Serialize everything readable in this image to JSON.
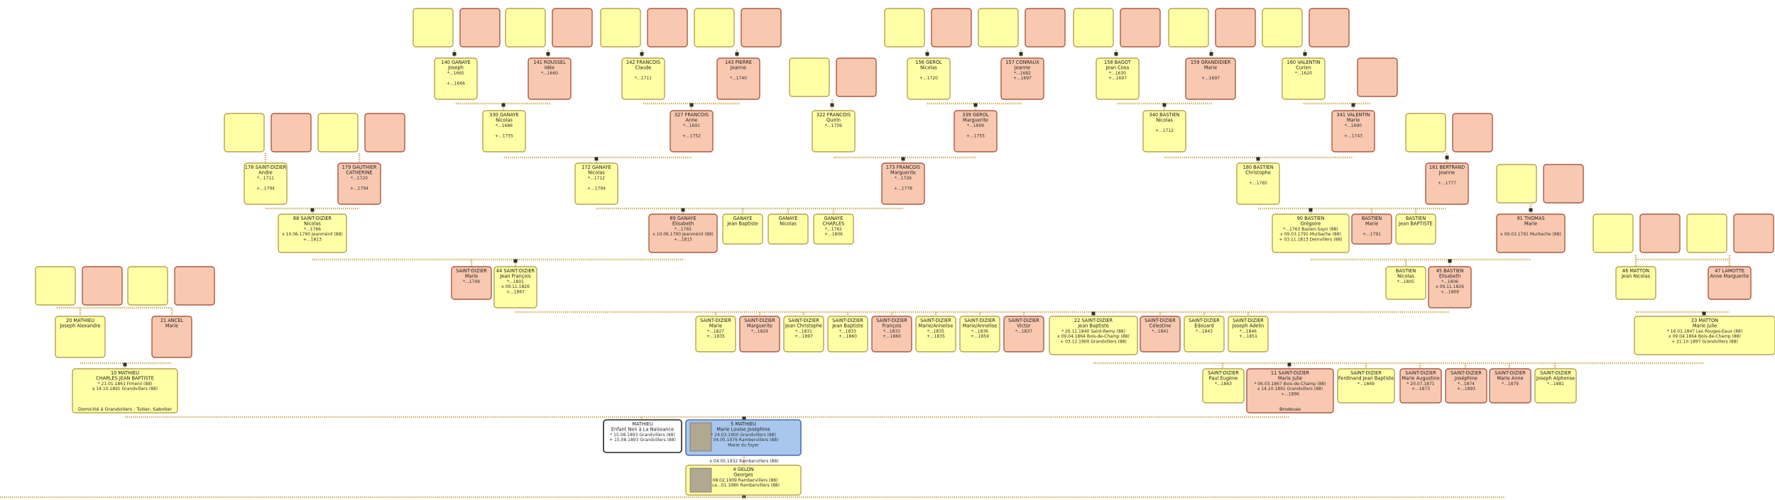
{
  "title": "",
  "colors": {
    "male": "#ffffa6",
    "female": "#f9c8b0",
    "root": "#a9c7ee",
    "spouse": "#ffffff",
    "line": "#c8a64a"
  },
  "tree": {
    "gen6": {
      "empty_pairs": [
        "left-1",
        "left-2",
        "left-3",
        "left-4",
        "right-1",
        "right-2",
        "right-3",
        "right-4",
        "right-5"
      ],
      "p140": {
        "name": "140 GANAYE",
        "first": "Joseph",
        "lines": [
          "*...1665",
          "",
          "+...1666"
        ]
      },
      "p141": {
        "name": "141 ROUSSEL",
        "first": "Idée",
        "lines": [
          "*...1660"
        ]
      },
      "p142": {
        "name": "142 FRANCOIS",
        "first": "Claude",
        "lines": [
          "",
          "*...1711"
        ]
      },
      "p143": {
        "name": "143 PIERRE",
        "first": "Jeanne",
        "lines": [
          "",
          "*...1740"
        ]
      },
      "p156": {
        "name": "156 GEROL",
        "first": "Nicolas",
        "lines": [
          "",
          "+...1720"
        ]
      },
      "p157": {
        "name": "157 CONRAUX",
        "first": "Jeanne",
        "lines": [
          "*...1682",
          "+...1697"
        ]
      },
      "p158": {
        "name": "158 BAGOT",
        "first": "Jean Cosa",
        "lines": [
          "*...1630",
          "+...1697"
        ]
      },
      "p159": {
        "name": "159 GRANDIDIER",
        "first": "Marie",
        "lines": [
          "",
          "+...1697"
        ]
      },
      "p160": {
        "name": "160 VALENTIN",
        "first": "Curien",
        "lines": [
          "*...1620"
        ]
      }
    },
    "gen5": {
      "p70": {
        "name": "330 GANAYE",
        "first": "Nicolas",
        "lines": [
          "*...1686",
          "",
          "+...1755"
        ]
      },
      "p71": {
        "name": "327 FRANCOIS",
        "first": "Anne",
        "lines": [
          "*...1691",
          "",
          "+...1752"
        ]
      },
      "p78": {
        "name": "322 FRANCOIS",
        "first": "Quirin",
        "lines": [
          "*...1709"
        ]
      },
      "p79": {
        "name": "339 GEROL",
        "first": "Marguerite",
        "lines": [
          "*...1699",
          "",
          "+...1755"
        ]
      },
      "p80": {
        "name": "340 BASTIEN",
        "first": "Nicolas",
        "lines": [
          "",
          "+...1712"
        ]
      },
      "p81": {
        "name": "341 VALENTIN",
        "first": "Marie",
        "lines": [
          "*...1690",
          "",
          "+...1743"
        ]
      }
    },
    "gen4": {
      "p34": {
        "name": "178 SAINT-DIZIER",
        "first": "Andre",
        "lines": [
          "*...1711",
          "",
          "+...1794"
        ]
      },
      "p35": {
        "name": "179 GAUTHIER",
        "first": "CATHERINE",
        "lines": [
          "*...1720",
          "",
          "+...1794"
        ]
      },
      "p36": {
        "name": "172 GANAYE",
        "first": "Nicolas",
        "lines": [
          "*...1712",
          "",
          "+...1794"
        ]
      },
      "p37": {
        "name": "173 FRANCOIS",
        "first": "Marguerite",
        "lines": [
          "*...1726",
          "",
          "+...1778"
        ]
      },
      "p40": {
        "name": "180 BASTIEN",
        "first": "Christophe",
        "lines": [
          "",
          "+...1765"
        ]
      },
      "p41": {
        "name": "181 BERTRAND",
        "first": "Jeanne",
        "lines": [
          "",
          "+...1777"
        ]
      }
    },
    "gen3": {
      "p17": {
        "name": "88 SAINT-DIZIER",
        "first": "Nicolas",
        "lines": [
          "*...1766",
          "x 10.06.1790 Jeanménil (88)",
          "+...1813"
        ]
      },
      "p18": {
        "name": "89 GANAYE",
        "first": "Elisabeth",
        "lines": [
          "*...1765",
          "x 10.06.1790 Jeanménil (88)",
          "+...1815"
        ]
      },
      "s18a": {
        "name": "GANAYE",
        "first": "Jean Baptiste",
        "lines": []
      },
      "s18b": {
        "name": "GANAYE",
        "first": "Nicolas",
        "lines": []
      },
      "s18c": {
        "name": "GANAYE",
        "first": "CHARLES",
        "lines": [
          "*...1762",
          "+...1806"
        ]
      },
      "p20": {
        "name": "90 BASTIEN",
        "first": "Grégoire",
        "lines": [
          "*...1763 Bazien-Sayn (88)",
          "x 09.03.1791 Murbache (88)",
          "+ 03.11.1813 Deinvillers (88)"
        ]
      },
      "s20a": {
        "name": "BASTIEN",
        "first": "Marie",
        "lines": [
          "",
          "+...1791"
        ]
      },
      "s20b": {
        "name": "BASTIEN",
        "first": "Jean BAPTISTE",
        "lines": []
      },
      "p21": {
        "name": "91 THOMAS",
        "first": "Marie",
        "lines": [
          "",
          "x 09.03.1791 Murbache (88)"
        ]
      }
    },
    "gen2": {
      "s8a": {
        "name": "SAINT-DIZIER",
        "first": "Marie",
        "lines": [
          "*...1799"
        ]
      },
      "p8": {
        "name": "44 SAINT-DIZIER",
        "first": "Jean François",
        "lines": [
          "*...1801",
          "x 09.11.1826",
          "+...1867"
        ]
      },
      "s10a": {
        "name": "BASTIEN",
        "first": "Nicolas",
        "lines": [
          "*...1805"
        ]
      },
      "p10": {
        "name": "45 BASTIEN",
        "first": "Elisabeth",
        "lines": [
          "*...1806",
          "x 09.11.1826",
          "+...1869"
        ]
      },
      "p11": {
        "name": "46 MATTON",
        "first": "Jean Nicolas",
        "lines": []
      },
      "p12": {
        "name": "47 LAMOTTE",
        "first": "Anne Marguerite",
        "lines": []
      }
    },
    "gen1": {
      "p4": {
        "name": "20 MATHIEU",
        "first": "Joseph Alexandre",
        "lines": []
      },
      "p5": {
        "name": "21 ANCEL",
        "first": "Marie",
        "lines": []
      },
      "children_of_44": [
        {
          "name": "SAINT-DIZIER",
          "first": "Marie",
          "lines": [
            "*...1827",
            "+...1835"
          ]
        },
        {
          "name": "SAINT-DIZIER",
          "first": "Marguerite",
          "lines": [
            "*...1829"
          ]
        },
        {
          "name": "SAINT-DIZIER",
          "first": "Jean Christophe",
          "lines": [
            "*...1831",
            "+...1897"
          ]
        },
        {
          "name": "SAINT-DIZIER",
          "first": "Jean Baptiste",
          "lines": [
            "*...1833",
            "+...1860"
          ]
        },
        {
          "name": "SAINT-DIZIER",
          "first": "François",
          "lines": [
            "*...1833",
            "+...1860"
          ]
        },
        {
          "name": "SAINT-DIZIER",
          "first": "Marie/Annelise",
          "lines": [
            "*...1835",
            "+...1835"
          ]
        },
        {
          "name": "SAINT-DIZIER",
          "first": "Marie/Annelise",
          "lines": [
            "*...1836",
            "+...1859"
          ]
        },
        {
          "name": "SAINT-DIZIER",
          "first": "Victor",
          "lines": [
            "*...1837"
          ]
        }
      ],
      "p22": {
        "name": "22 SAINT-DIZIER",
        "first": "Jean Baptiste",
        "lines": [
          "* 20.11.1840 Saint-Remy (88)",
          "x 09.04.1864 Bois-de-Champ (88)",
          "+ 03.12.1900 Grandvillers (88)"
        ]
      },
      "children_of_44_b": [
        {
          "name": "SAINT-DIZIER",
          "first": "Célestine",
          "lines": [
            "*...1841"
          ]
        },
        {
          "name": "SAINT-DIZIER",
          "first": "Edouard",
          "lines": [
            "*...1843"
          ]
        },
        {
          "name": "SAINT-DIZIER",
          "first": "Joseph Adelin",
          "lines": [
            "*...1846",
            "+...1851"
          ]
        }
      ],
      "p23": {
        "name": "23 MATTON",
        "first": "Marie Julie",
        "lines": [
          "* 16.01.1847 Les Rouges-Eaux (88)",
          "x 09.04.1864 Bois-de-Champ (88)",
          "+ 21.10.1897 Grandvillers (88)"
        ]
      }
    },
    "gen0": {
      "p10r": {
        "name": "10 MATHIEU",
        "first": "CHARLES JEAN BAPTISTE",
        "lines": [
          "* 21.01.1861 Fimenil (88)",
          "x 14.10.1891 Grandvillers (88)"
        ],
        "note": "Domicilié à Grandvillers : Tuilier, Sabotier"
      },
      "children_of_22": [
        {
          "name": "SAINT-DIZIER",
          "first": "Paul Eugène",
          "lines": [
            "*...1863"
          ]
        }
      ],
      "p11r": {
        "name": "11 SAINT-DIZIER",
        "first": "Marie Julie",
        "lines": [
          "* 06.03.1867 Bois-de-Champ (88)",
          "x 14.10.1891 Grandvillers (88)",
          "+...1896"
        ],
        "note": "Brodeuse"
      },
      "children_of_22_b": [
        {
          "name": "SAINT-DIZIER",
          "first": "Ferdinand Jean Baptiste",
          "lines": [
            "*...1869"
          ]
        },
        {
          "name": "SAINT-DIZIER",
          "first": "Marie Augustine",
          "lines": [
            "* 20.07.1871",
            "+...1873"
          ]
        },
        {
          "name": "SAINT-DIZIER",
          "first": "Joséphine",
          "lines": [
            "*...1874",
            "+...1893"
          ]
        },
        {
          "name": "SAINT-DIZIER",
          "first": "Marie Anne",
          "lines": [
            "*...1879"
          ]
        },
        {
          "name": "SAINT-DIZIER",
          "first": "Joseph Alphonse",
          "lines": [
            "*...1881"
          ]
        }
      ]
    },
    "root": {
      "spouse": {
        "name": "MATHIEU",
        "first": "Enfant Non à La Naissance",
        "lines": [
          "* 15.08.1893 Grandvillers (88)",
          "+ 15.08.1893 Grandvillers (88)"
        ]
      },
      "main": {
        "name": "5 MATHIEU",
        "first": "Marie Louise Joséphine",
        "lines": [
          "* 24.03.1900 Grandvillers (88)",
          "+ 04.05.1976 Rambervillers (88)",
          "Marie du foyer"
        ]
      },
      "marriage": "x 04.05.1932 Rambervillers (88)",
      "husband": {
        "name": "4 GELON",
        "first": "Georges",
        "lines": [
          "* 08.02.1909 Rambervillers (88)",
          "+ ca...01.1980 Rambervillers (88)"
        ]
      }
    }
  }
}
